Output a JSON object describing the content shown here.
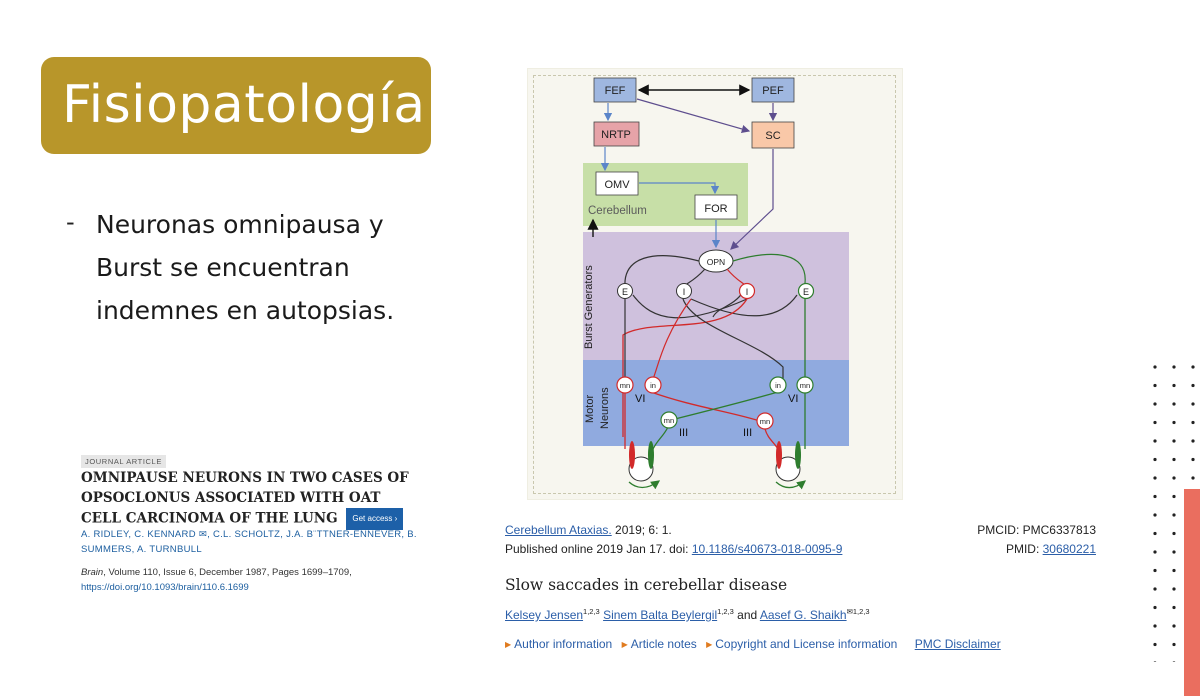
{
  "slide": {
    "title": "Fisiopatología",
    "bullet_dash": "-",
    "bullet_text": "Neuronas omnipausa y Burst se encuentran indemnes en autopsias.",
    "accent_color": "#b8962a",
    "side_accent_color": "#ea6e5f"
  },
  "journal_article": {
    "tag": "JOURNAL ARTICLE",
    "title": "OMNIPAUSE NEURONS IN TWO CASES OF OPSOCLONUS ASSOCIATED WITH OAT CELL CARCINOMA OF THE LUNG",
    "get_access_label": "Get access",
    "authors": "A. RIDLEY, C. KENNARD ✉, C.L. SCHOLTZ, J.A. B¨TTNER-ENNEVER, B. SUMMERS, A. TURNBULL",
    "journal": "Brain",
    "citation_rest": ", Volume 110, Issue 6, December 1987, Pages 1699–1709,",
    "doi": "https://doi.org/10.1093/brain/110.6.1699"
  },
  "figure": {
    "nodes": {
      "fef": "FEF",
      "pef": "PEF",
      "nrtp": "NRTP",
      "sc": "SC",
      "omv": "OMV",
      "cerebellum": "Cerebellum",
      "for": "FOR",
      "opn": "OPN",
      "burst_generators": "Burst Generators",
      "motor_neurons_1": "Motor",
      "motor_neurons_2": "Neurons",
      "e_left": "E",
      "i_left": "I",
      "i_right": "I",
      "e_right": "E",
      "mn": "mn",
      "in": "in",
      "vi": "VI",
      "iii": "III"
    },
    "colors": {
      "box_blue": "#9fb7e0",
      "box_red": "#e6a3a8",
      "box_orange": "#f9c8a8",
      "cerebellum_green": "#c7dfa7",
      "burst_purple": "#cfc1dd",
      "motor_blue": "#90aadf",
      "red_path": "#d22a2a",
      "green_path": "#2e7d2e",
      "purple_arrow": "#5e4e8e"
    }
  },
  "reference": {
    "journal_link": "Cerebellum Ataxias.",
    "journal_rest": " 2019; 6: 1.",
    "published": "Published online 2019 Jan 17. doi: ",
    "doi": "10.1186/s40673-018-0095-9",
    "pmcid": "PMCID: PMC6337813",
    "pmid_label": "PMID: ",
    "pmid": "30680221",
    "title": "Slow saccades in cerebellar disease",
    "author1": "Kelsey Jensen",
    "author1_sup": "1,2,3",
    "author2": "Sinem Balta Beylergil",
    "author2_sup": "1,2,3",
    "and": " and ",
    "author3": "Aasef G. Shaikh",
    "author3_sup": "1,2,3",
    "links": [
      "Author information",
      "Article notes",
      "Copyright and License information"
    ],
    "disclaimer": "PMC Disclaimer"
  }
}
